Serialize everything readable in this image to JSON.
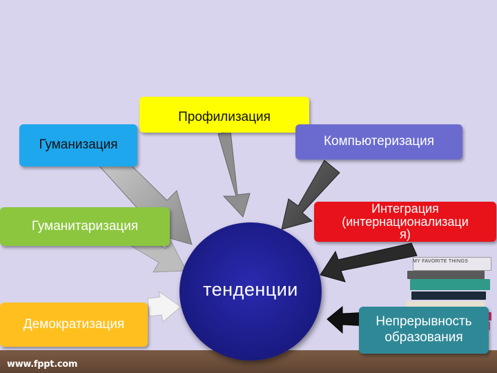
{
  "nodes": {
    "profilizatsiya": "Профилизация",
    "gumanizatsiya": "Гуманизация",
    "kompyuterizatsiya": "Компьютеризация",
    "gumanitarizatsiya": "Гуманитаризация",
    "integratsiya_line1": "Интеграция",
    "integratsiya_line2": "(интернационализаци",
    "integratsiya_line3": "я)",
    "demokratizatsiya": "Демократизация",
    "nepreryvnost_line1": "Непрерывность",
    "nepreryvnost_line2": "образования"
  },
  "center": {
    "label": "тенденции"
  },
  "decor": {
    "books_label": "MY FAVORITE THINGS",
    "logo": "www.fppt.com"
  },
  "colors": {
    "background": "#d9d4ee",
    "profilizatsiya": "#ffff00",
    "gumanizatsiya": "#1ea7ec",
    "kompyuterizatsiya": "#6b6bcf",
    "gumanitarizatsiya": "#8cc63f",
    "integratsiya": "#e8121a",
    "demokratizatsiya": "#ffc01f",
    "nepreryvnost": "#2f8896",
    "center": "#1a1a82"
  }
}
